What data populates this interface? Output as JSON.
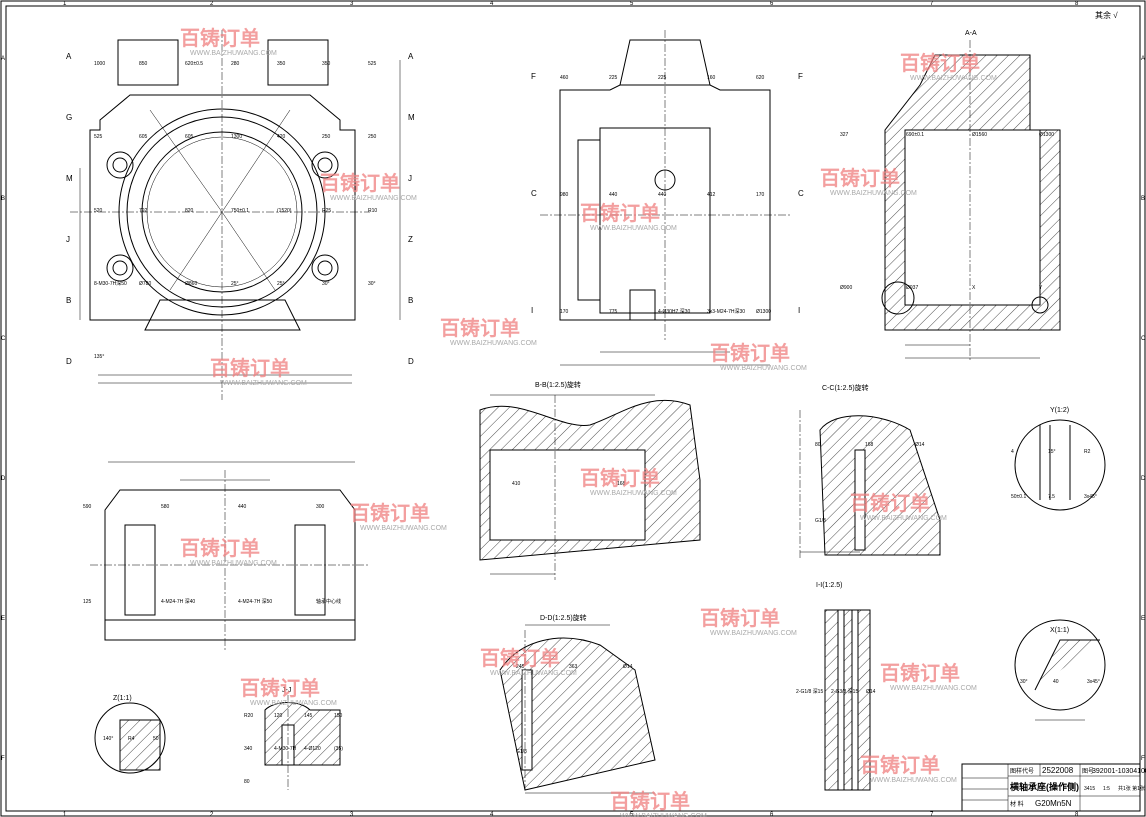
{
  "border": {
    "columns": [
      "1",
      "2",
      "3",
      "4",
      "5",
      "6",
      "7",
      "8"
    ],
    "rows": [
      "A",
      "B",
      "C",
      "D",
      "E",
      "F"
    ]
  },
  "roughness_note": "其余 √",
  "views": {
    "front": {
      "section_marks": [
        "A",
        "A",
        "G",
        "M",
        "M",
        "J",
        "J",
        "Z",
        "B",
        "B",
        "D",
        "D"
      ],
      "dims": [
        "1000",
        "850",
        "620±0.5",
        "280",
        "350",
        "350",
        "525",
        "525",
        "605",
        "605",
        "1300",
        "420",
        "250",
        "250",
        "520",
        "792",
        "820",
        "750±0.1",
        "(1520)",
        "R25",
        "R10",
        "8-M30-7H深50",
        "Ø780",
        "Ø860",
        "25°",
        "25°",
        "30°",
        "30°",
        "135°"
      ]
    },
    "side": {
      "section_marks": [
        "F",
        "F",
        "C",
        "C",
        "I",
        "I"
      ],
      "dims": [
        "460",
        "225",
        "225",
        "160",
        "620",
        "980",
        "440",
        "440",
        "412",
        "170",
        "170",
        "775",
        "4-Ø30H7 深30",
        "3x3-M24-7H深30",
        "Ø1300"
      ]
    },
    "section_aa": {
      "title": "A-A",
      "dims": [
        "327",
        "690±0.1",
        "Ø1560",
        "Ø1300",
        "Ø900",
        "Ø937",
        "X",
        "Y"
      ]
    },
    "bottom": {
      "dims": [
        "590",
        "580",
        "440",
        "300",
        "125",
        "4-M24-7H 深40",
        "4-M24-7H 深50",
        "轴承中心线"
      ]
    },
    "section_bb": {
      "title": "B-B(1:2.5)旋转",
      "dims": [
        "410",
        "168"
      ]
    },
    "section_cc": {
      "title": "C-C(1:2.5)旋转",
      "dims": [
        "80",
        "168",
        "Ø14",
        "G1/8"
      ]
    },
    "detail_y": {
      "title": "Y(1:2)",
      "dims": [
        "4",
        "15°",
        "R2",
        "50±0.1",
        "7.5",
        "3x45°"
      ]
    },
    "section_dd": {
      "title": "D-D(1:2.5)旋转",
      "dims": [
        "245",
        "363",
        "Ø14",
        "G1/8"
      ]
    },
    "section_ii": {
      "title": "I-I(1:2.5)",
      "dims": [
        "2-G1/8 深15",
        "2-G3/8 深15",
        "Ø14"
      ]
    },
    "detail_x": {
      "title": "X(1:1)",
      "dims": [
        "30°",
        "40",
        "3x45°"
      ]
    },
    "section_jj": {
      "title": "J-J",
      "dims": [
        "R20",
        "120",
        "145",
        "150",
        "340",
        "4-M30-7H",
        "4-Ø120",
        "(35)",
        "80"
      ]
    },
    "detail_z": {
      "title": "Z(1:1)",
      "dims": [
        "140°",
        "R4",
        "50"
      ]
    }
  },
  "title_block": {
    "drawing_code_label": "图样代号",
    "drawing_code": "2522008",
    "part_no_label": "图号",
    "part_no": "392001-103041001",
    "title": "横轴承座(操作侧)",
    "material_label": "材 料",
    "material": "G20Mn5N",
    "weight": "3415",
    "scale": "1:5",
    "sheet": "共1张 第1张"
  },
  "watermark": {
    "brand": "百铸订单",
    "url": "WWW.BAIZHUWANG.COM"
  }
}
